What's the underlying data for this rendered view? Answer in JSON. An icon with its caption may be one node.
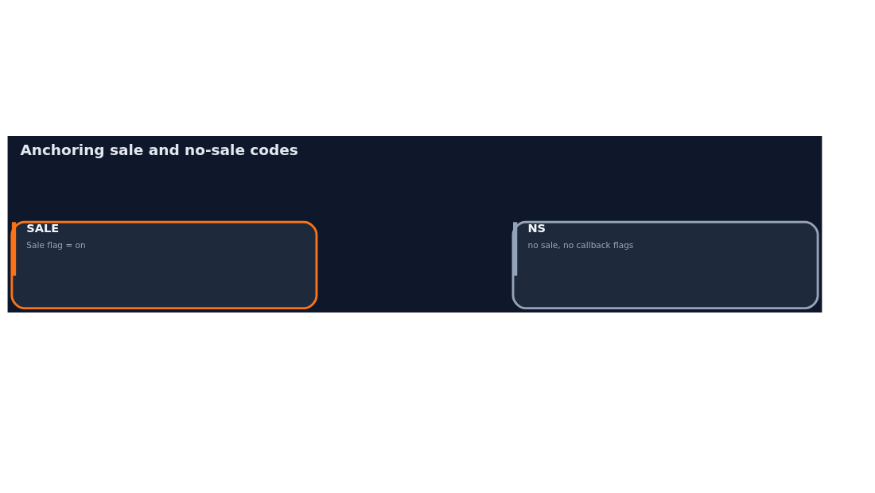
{
  "diagram": {
    "title": "Anchoring sale and no-sale codes",
    "nodes": [
      {
        "text": [
          "SALE",
          "Sale flag = on"
        ]
      },
      {
        "text": [
          "NS",
          "no sale, no callback flags"
        ]
      }
    ]
  }
}
